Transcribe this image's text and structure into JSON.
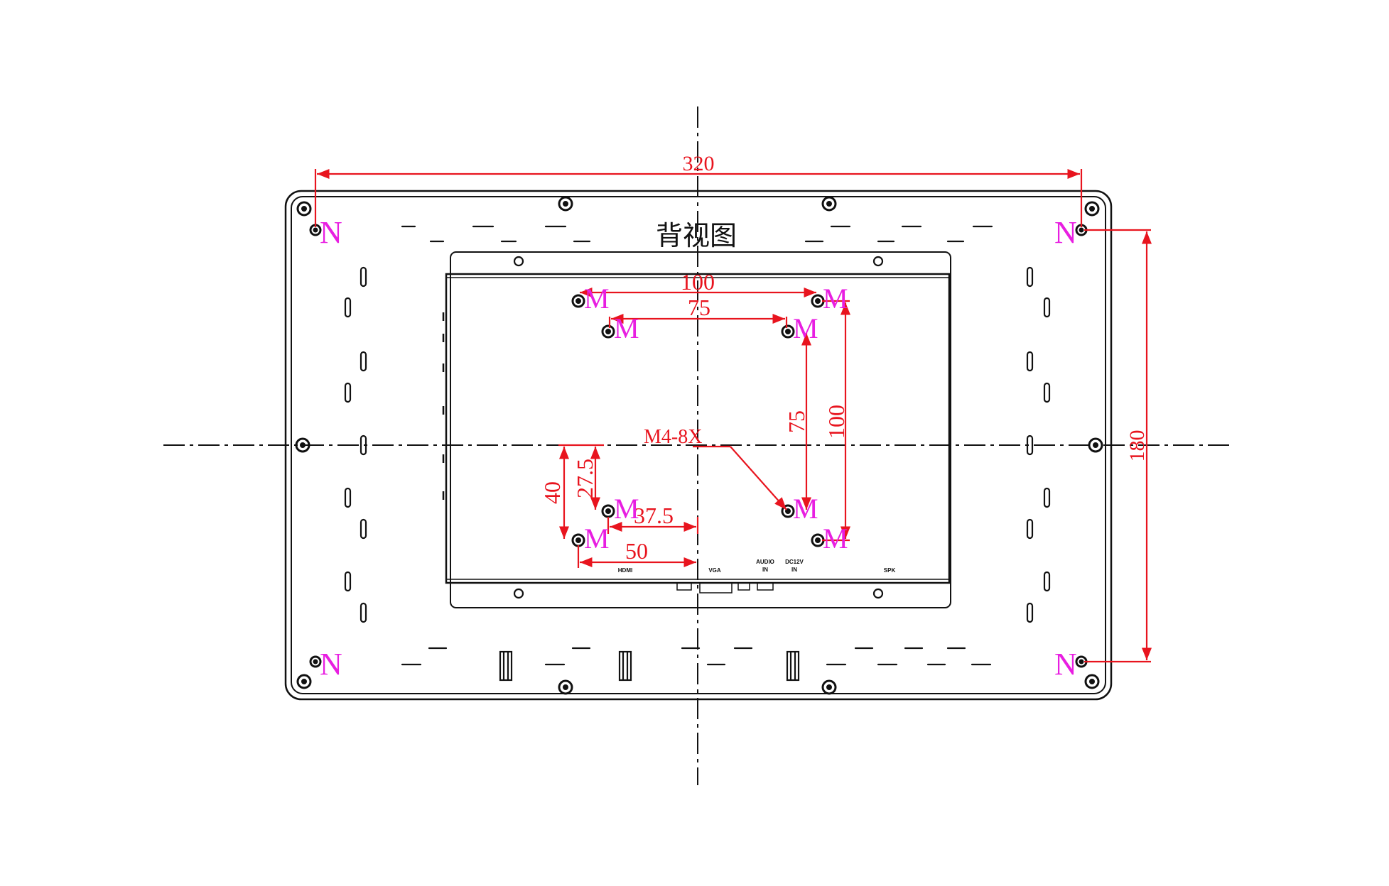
{
  "title": "背视图",
  "dimensions": {
    "overall_width": "320",
    "overall_height": "180",
    "vesa100_width": "100",
    "vesa75_width": "75",
    "vesa75_height": "75",
    "vesa100_height": "100",
    "offset_40": "40",
    "offset_27_5": "27.5",
    "offset_37_5": "37.5",
    "offset_50": "50"
  },
  "callout": "M4-8X",
  "markers": {
    "outer": "N",
    "inner": "M"
  },
  "ports": {
    "hdmi": "HDMI",
    "vga": "VGA",
    "audio_line1": "AUDIO",
    "audio_line2": "IN",
    "dc_line1": "DC12V",
    "dc_line2": "IN",
    "spk": "SPK"
  },
  "colors": {
    "outline": "#111111",
    "dimension": "#e8141e",
    "marker": "#e81ee1"
  }
}
